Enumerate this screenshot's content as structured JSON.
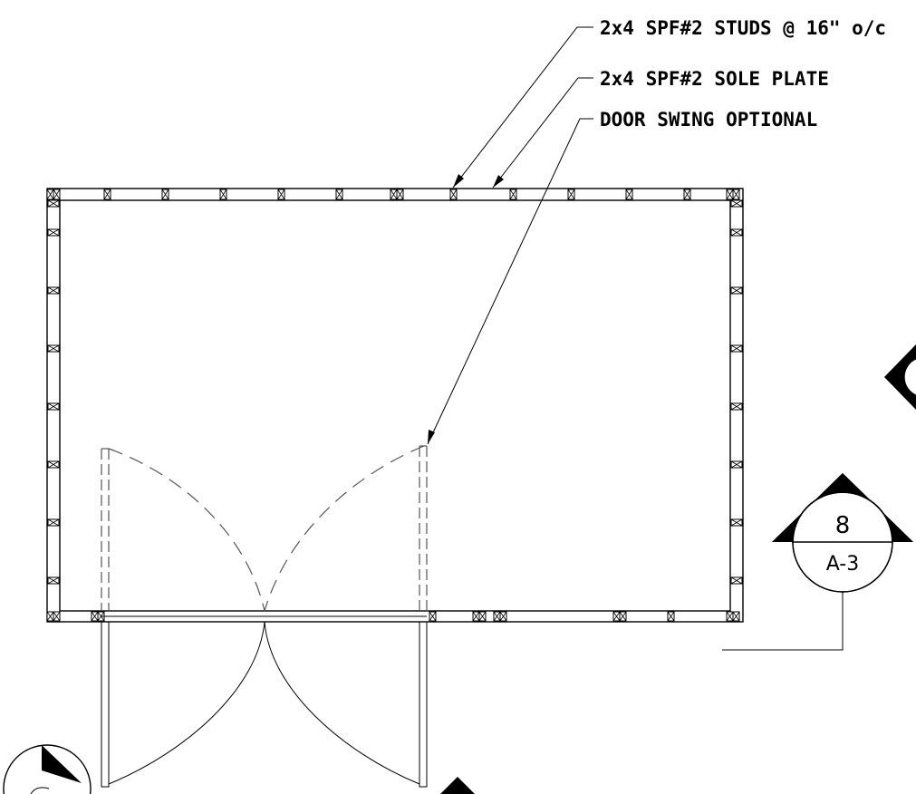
{
  "notes": {
    "studs": "2x4 SPF#2 STUDS @ 16\" o/c",
    "sole_plate": "2x4 SPF#2 SOLE PLATE",
    "door_swing": "DOOR SWING OPTIONAL"
  },
  "section_marker": {
    "number": "8",
    "sheet": "A-3"
  },
  "colors": {
    "line": "#000000",
    "hidden_line": "#555555",
    "background": "#ffffff"
  }
}
